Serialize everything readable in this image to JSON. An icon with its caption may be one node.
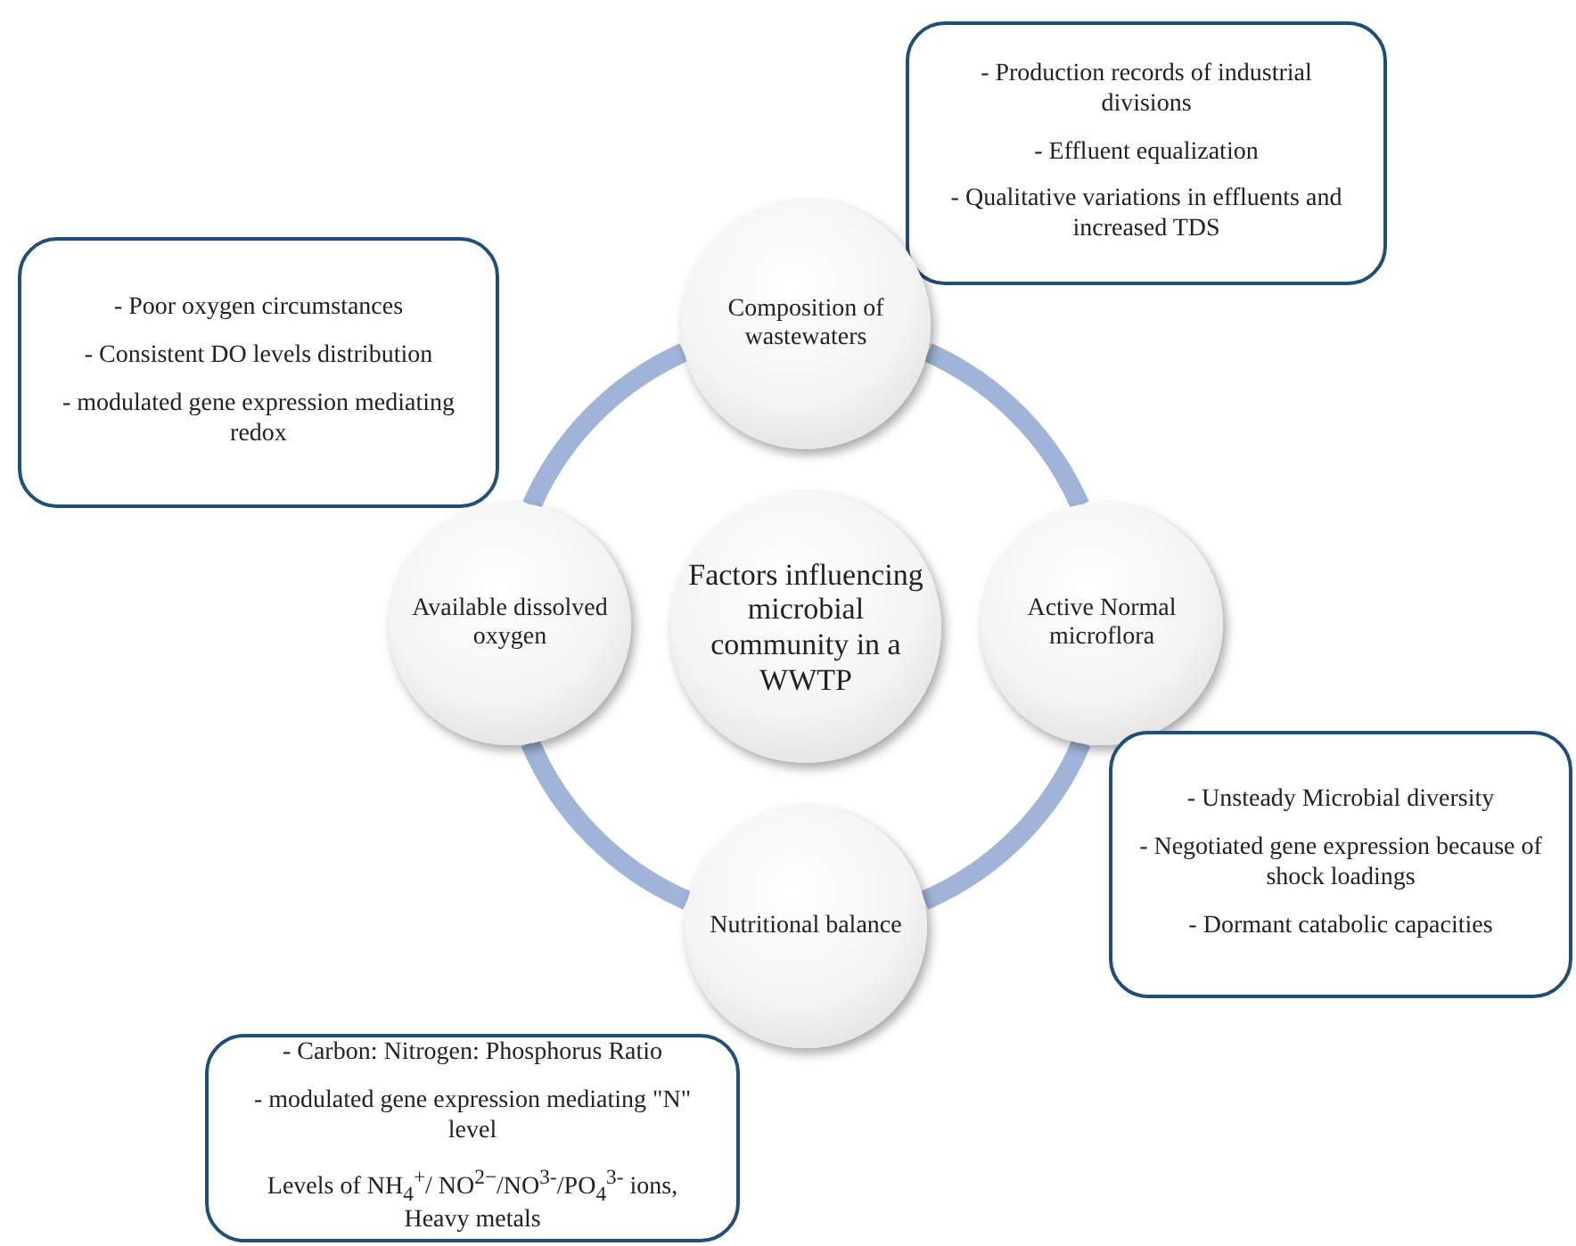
{
  "diagram": {
    "nodes": [
      {
        "text": [
          "- Poor oxygen circumstances",
          "- Consistent DO levels distribution",
          "- modulated gene expression mediating redox"
        ]
      },
      {
        "text": [
          "- Production records of industrial divisions",
          "- Effluent equalization",
          "- Qualitative variations in effluents and increased TDS"
        ]
      },
      {
        "text": [
          "Composition of wastewaters"
        ]
      },
      {
        "text": [
          "Available dissolved oxygen"
        ]
      },
      {
        "text": [
          "Factors influencing microbial community in a WWTP"
        ]
      },
      {
        "text": [
          "Active Normal microflora"
        ]
      },
      {
        "text": [
          "- Unsteady Microbial diversity",
          "- Negotiated gene expression because of shock loadings",
          "- Dormant catabolic capacities"
        ]
      },
      {
        "text": [
          "Nutritional balance"
        ]
      },
      {
        "text": [
          "- Carbon: Nitrogen: Phosphorus Ratio",
          "- modulated gene expression mediating \"N\" level",
          "Levels of NH$_{4}$$^{+}$/ NO$^{2−}$/NO$^{3-}$/PO$_{4}$$^{3-}$ ions, Heavy metals"
        ]
      }
    ],
    "edges": [
      {
        "from": 2,
        "to": 5,
        "arrow": "none"
      },
      {
        "from": 5,
        "to": 7,
        "arrow": "none"
      },
      {
        "from": 7,
        "to": 3,
        "arrow": "none"
      },
      {
        "from": 3,
        "to": 2,
        "arrow": "none"
      }
    ]
  }
}
